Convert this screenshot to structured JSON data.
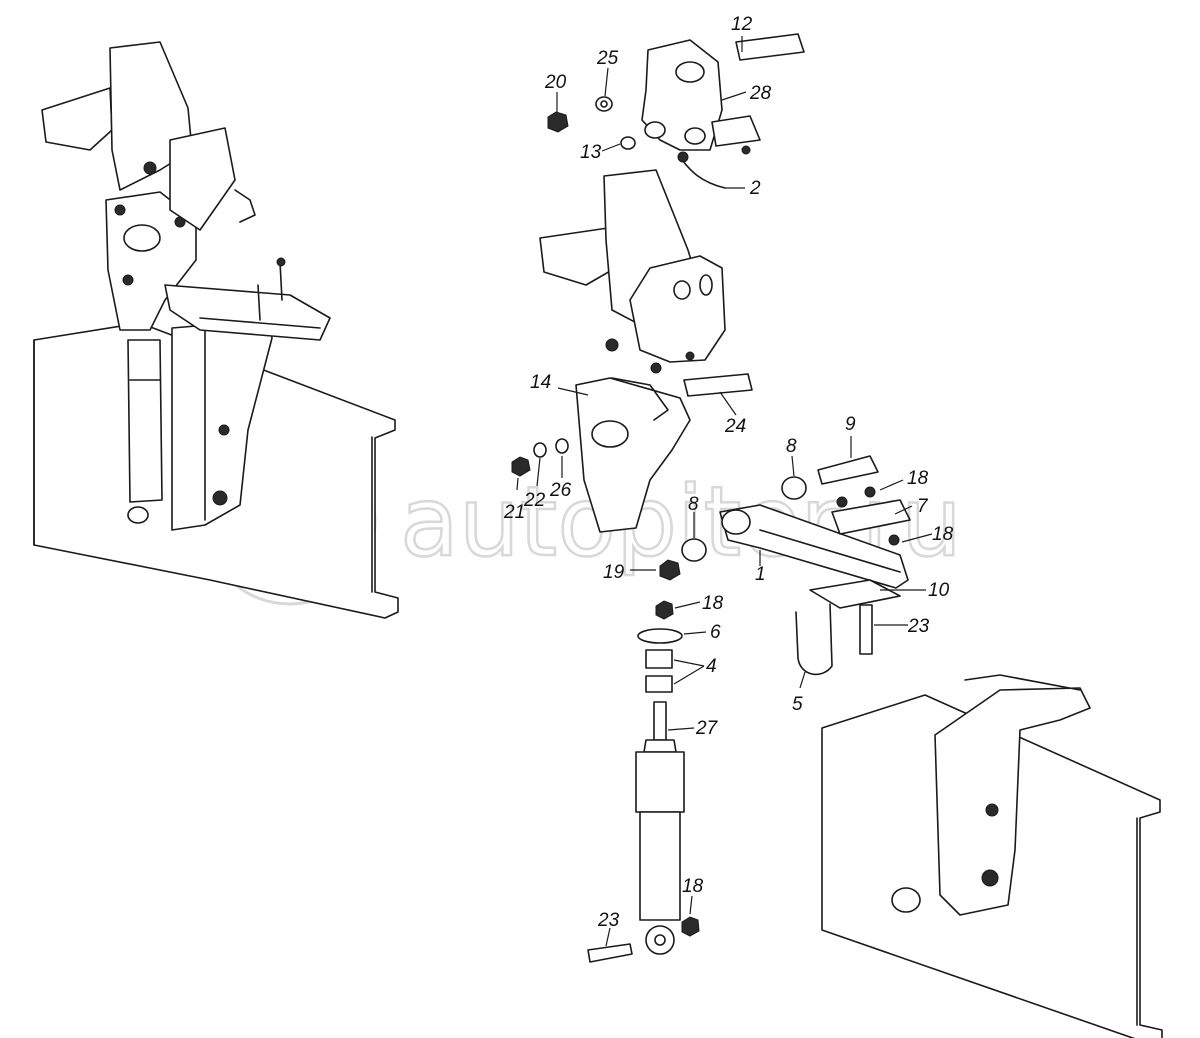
{
  "watermark": {
    "logo_glyph": "a>",
    "text": "autopiter.ru"
  },
  "callouts": [
    {
      "id": "c12",
      "label": "12"
    },
    {
      "id": "c25",
      "label": "25"
    },
    {
      "id": "c20",
      "label": "20"
    },
    {
      "id": "c28",
      "label": "28"
    },
    {
      "id": "c13",
      "label": "13"
    },
    {
      "id": "c2",
      "label": "2"
    },
    {
      "id": "c14",
      "label": "14"
    },
    {
      "id": "c24",
      "label": "24"
    },
    {
      "id": "c9",
      "label": "9"
    },
    {
      "id": "c8a",
      "label": "8"
    },
    {
      "id": "c18a",
      "label": "18"
    },
    {
      "id": "c7",
      "label": "7"
    },
    {
      "id": "c18b",
      "label": "18"
    },
    {
      "id": "c21",
      "label": "21"
    },
    {
      "id": "c22",
      "label": "22"
    },
    {
      "id": "c26",
      "label": "26"
    },
    {
      "id": "c8b",
      "label": "8"
    },
    {
      "id": "c19",
      "label": "19"
    },
    {
      "id": "c1",
      "label": "1"
    },
    {
      "id": "c10",
      "label": "10"
    },
    {
      "id": "c18c",
      "label": "18"
    },
    {
      "id": "c6",
      "label": "6"
    },
    {
      "id": "c23a",
      "label": "23"
    },
    {
      "id": "c4",
      "label": "4"
    },
    {
      "id": "c5",
      "label": "5"
    },
    {
      "id": "c27",
      "label": "27"
    },
    {
      "id": "c18d",
      "label": "18"
    },
    {
      "id": "c23b",
      "label": "23"
    }
  ]
}
